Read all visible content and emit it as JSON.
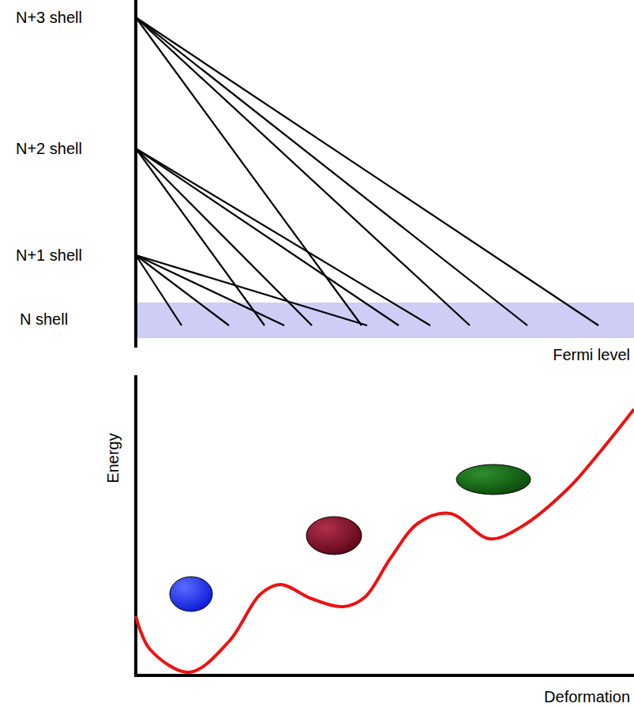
{
  "diagram": {
    "labels": [
      "N+3 shell",
      "N+2 shell",
      "N+1 shell",
      "N shell",
      "Fermi level",
      "Energy",
      "Deformation"
    ]
  }
}
